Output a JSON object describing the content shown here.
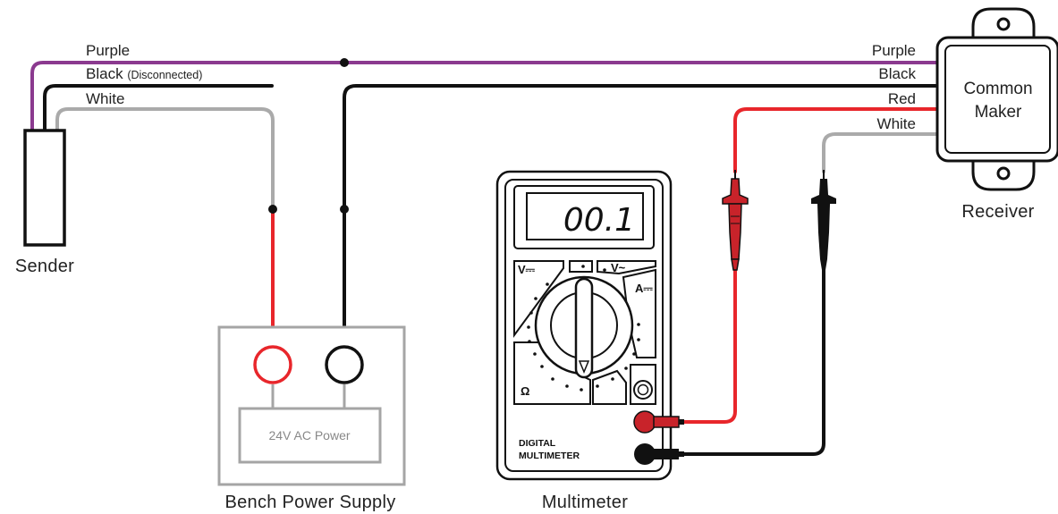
{
  "colors": {
    "purple": "#8b3a8f",
    "black": "#111111",
    "white_wire": "#aaaaaa",
    "red": "#e8262b",
    "probe_red": "#c8232a"
  },
  "sender": {
    "label": "Sender",
    "wire_purple": "Purple",
    "wire_black": "Black",
    "wire_black_note": "(Disconnected)",
    "wire_white": "White"
  },
  "receiver": {
    "label": "Receiver",
    "box_line1": "Common",
    "box_line2": "Maker",
    "wire_purple": "Purple",
    "wire_black": "Black",
    "wire_red": "Red",
    "wire_white": "White"
  },
  "power_supply": {
    "label": "Bench Power Supply",
    "inner_label": "24V AC Power"
  },
  "multimeter": {
    "label": "Multimeter",
    "display": "00.1",
    "brand_line1": "DIGITAL",
    "brand_line2": "MULTIMETER",
    "dial_vdc": "V⎓",
    "dial_vac": "V~",
    "dial_adc": "A⎓",
    "dial_ohm": "Ω"
  }
}
